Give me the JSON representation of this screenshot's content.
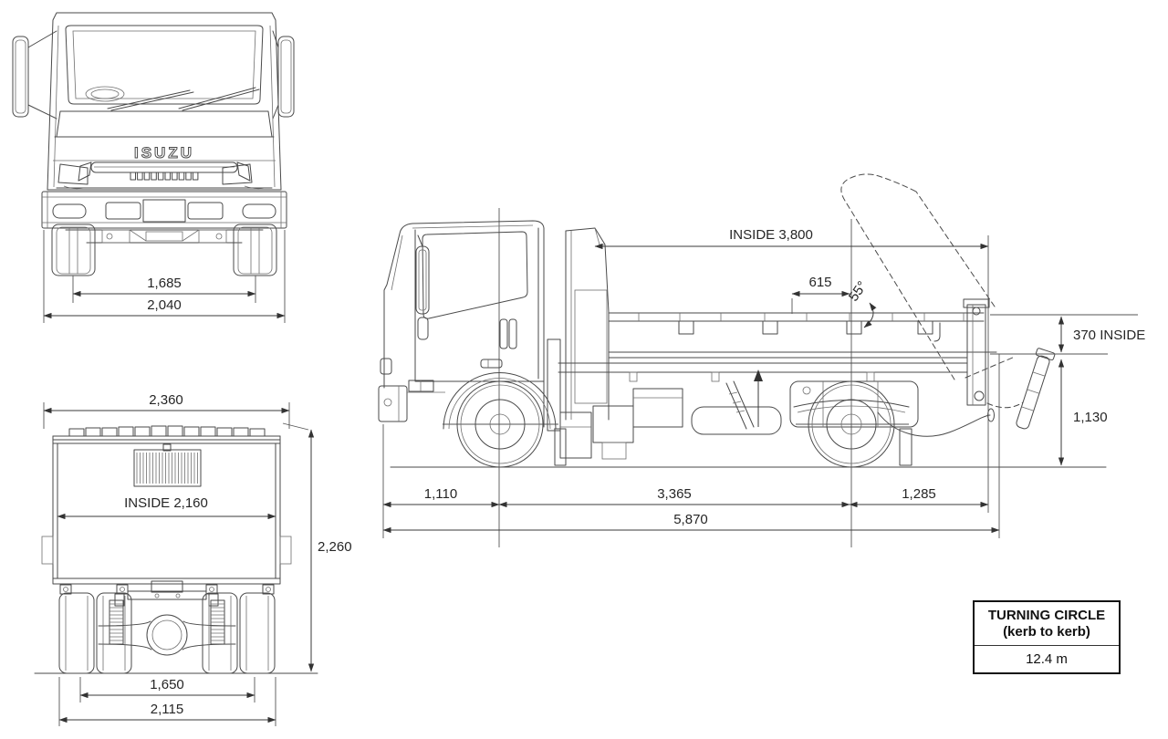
{
  "brand": {
    "logo": "ISUZU"
  },
  "front_view": {
    "dim_track": "1,685",
    "dim_overall_width": "2,040"
  },
  "rear_view": {
    "dim_top_width": "2,360",
    "dim_inside_width": "INSIDE 2,160",
    "dim_height": "2,260",
    "dim_track": "1,650",
    "dim_overall_width": "2,115"
  },
  "side_view": {
    "dim_inside_length": "INSIDE 3,800",
    "dim_body_offset": "615",
    "dim_tip_angle": "55°",
    "dim_inside_depth": "370 INSIDE",
    "dim_rear_deck_height": "1,130",
    "dim_front_overhang": "1,110",
    "dim_wheelbase": "3,365",
    "dim_rear_overhang": "1,285",
    "dim_overall_length": "5,870"
  },
  "turning_circle": {
    "title": "TURNING CIRCLE",
    "subtitle": "(kerb to kerb)",
    "value": "12.4 m"
  },
  "colors": {
    "line": "#4a4a4a",
    "dimension": "#3a3a3a",
    "text": "#262626",
    "background": "#ffffff"
  }
}
